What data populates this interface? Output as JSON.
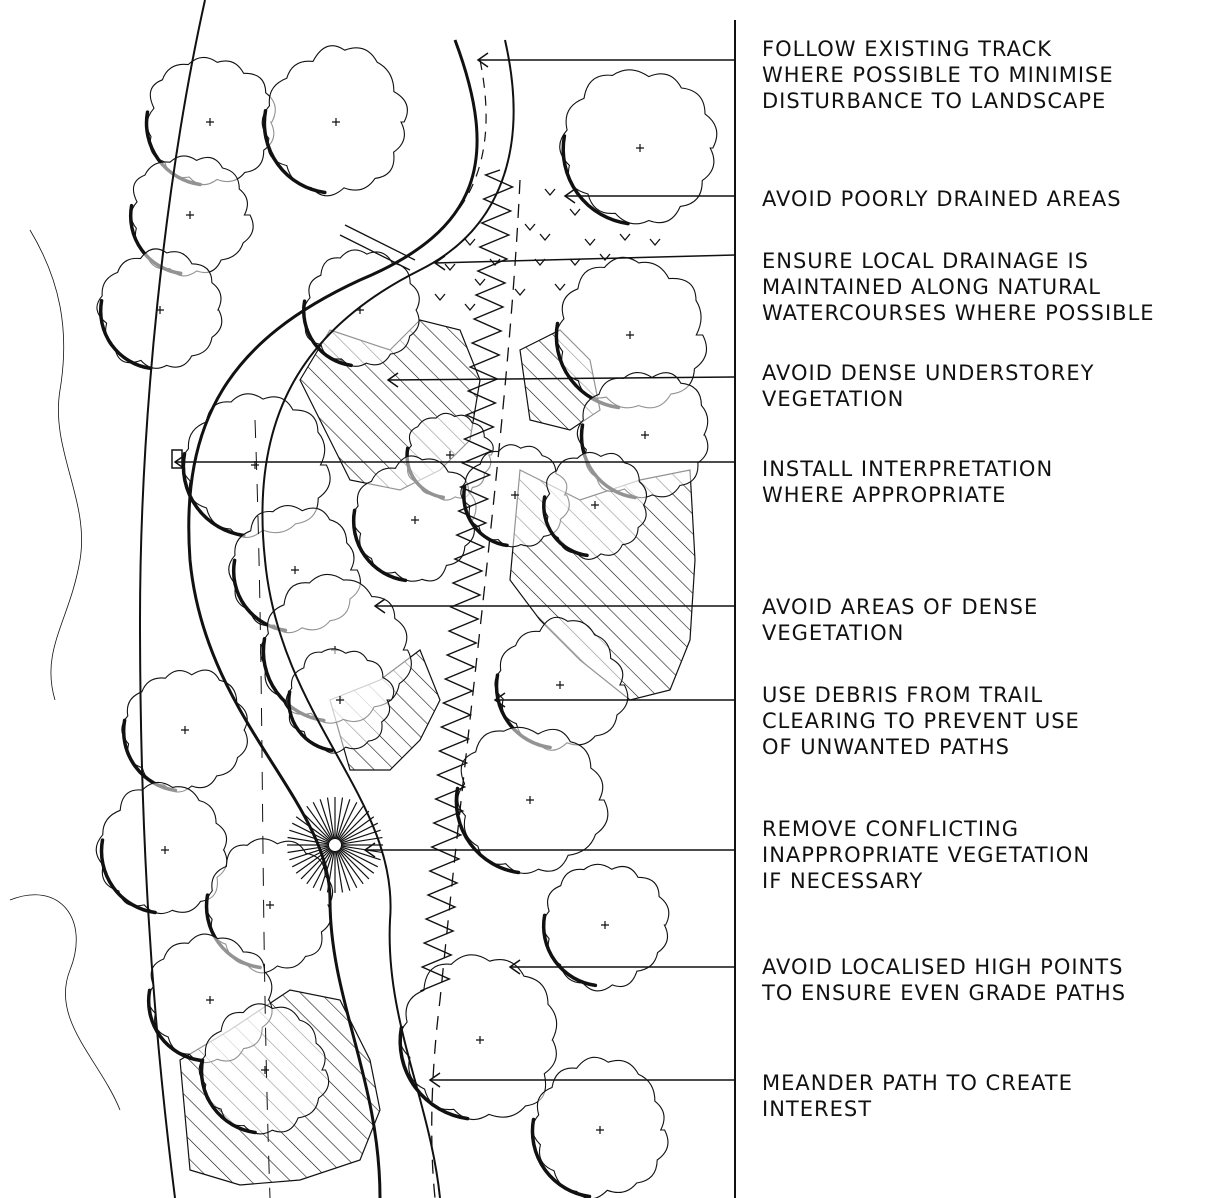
{
  "diagram": {
    "colors": {
      "ink": "#111111",
      "paper": "#ffffff"
    },
    "annotations": [
      {
        "text": "FOLLOW EXISTING TRACK\nWHERE POSSIBLE TO MINIMISE\nDISTURBANCE TO LANDSCAPE"
      },
      {
        "text": "AVOID POORLY DRAINED AREAS"
      },
      {
        "text": "ENSURE LOCAL DRAINAGE IS\nMAINTAINED ALONG NATURAL\nWATERCOURSES WHERE POSSIBLE"
      },
      {
        "text": "AVOID DENSE UNDERSTOREY\nVEGETATION"
      },
      {
        "text": "INSTALL INTERPRETATION\nWHERE APPROPRIATE"
      },
      {
        "text": "AVOID AREAS OF DENSE\nVEGETATION"
      },
      {
        "text": "USE DEBRIS FROM TRAIL\nCLEARING TO PREVENT USE\nOF UNWANTED PATHS"
      },
      {
        "text": "REMOVE CONFLICTING\nINAPPROPRIATE VEGETATION\nIF NECESSARY"
      },
      {
        "text": "AVOID LOCALISED HIGH POINTS\nTO ENSURE EVEN GRADE PATHS"
      },
      {
        "text": "MEANDER PATH TO CREATE\nINTEREST"
      }
    ]
  }
}
